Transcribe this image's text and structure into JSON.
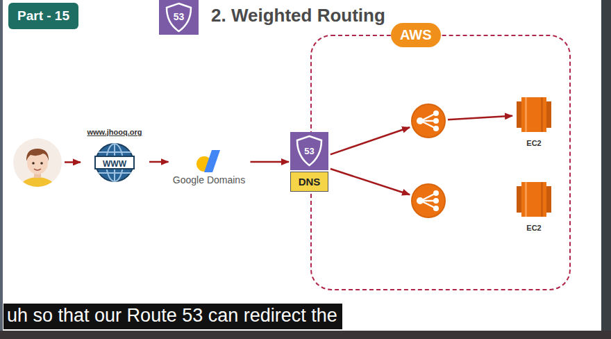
{
  "diagram": {
    "title": "2. Weighted Routing",
    "caption": "uh so that our Route 53 can redirect the",
    "nodes": [
      {
        "text": []
      },
      {
        "text": [
          "www.jhooq.org",
          "WWW"
        ]
      },
      {
        "text": [
          "Google Domains"
        ]
      },
      {
        "text": [
          "AWS"
        ]
      },
      {
        "text": [
          "53",
          "DNS"
        ]
      },
      {
        "text": [],
        "in": 3
      },
      {
        "text": [
          "EC2"
        ],
        "in": 3
      },
      {
        "text": [],
        "in": 3
      },
      {
        "text": [
          "EC2"
        ],
        "in": 3
      }
    ],
    "edges": [
      {
        "from": 0,
        "to": 1,
        "arrow": "to"
      },
      {
        "from": 1,
        "to": 2,
        "arrow": "to"
      },
      {
        "from": 2,
        "to": 4,
        "arrow": "to"
      },
      {
        "from": 4,
        "to": 5,
        "arrow": "to"
      },
      {
        "from": 4,
        "to": 7,
        "arrow": "to"
      },
      {
        "from": 5,
        "to": 6,
        "arrow": "to"
      }
    ],
    "labels": [
      "Part - 15",
      "53"
    ]
  }
}
